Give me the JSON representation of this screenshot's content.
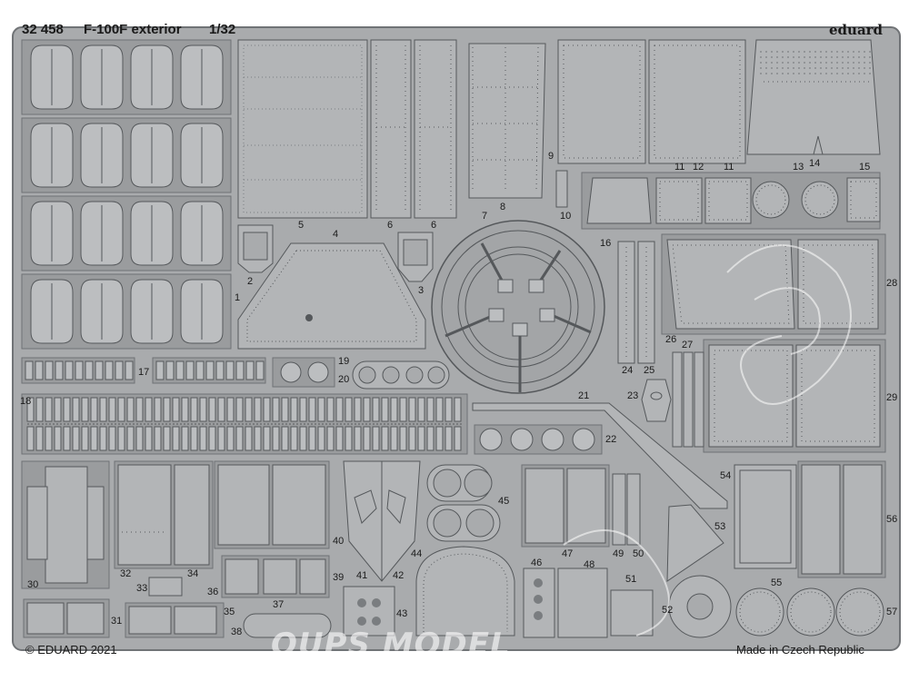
{
  "header": {
    "code": "32 458",
    "title": "F-100F exterior",
    "scale": "1/32",
    "brand": "eduard"
  },
  "footer": {
    "copyright": "© EDUARD 2021",
    "origin": "Made in Czech Republic"
  },
  "watermark": {
    "text": "OUPS MODEL"
  },
  "part_numbers": [
    "1",
    "2",
    "3",
    "4",
    "5",
    "6",
    "6",
    "7",
    "8",
    "9",
    "10",
    "11",
    "12",
    "11",
    "13",
    "14",
    "15",
    "16",
    "17",
    "18",
    "19",
    "20",
    "21",
    "22",
    "23",
    "24",
    "25",
    "26",
    "27",
    "28",
    "29",
    "30",
    "31",
    "32",
    "33",
    "34",
    "35",
    "36",
    "37",
    "38",
    "39",
    "40",
    "41",
    "42",
    "43",
    "44",
    "45",
    "46",
    "47",
    "48",
    "49",
    "50",
    "51",
    "52",
    "53",
    "54",
    "55",
    "56",
    "57"
  ],
  "colors": {
    "fret": "#a9abad",
    "frame": "#6f7275",
    "part": "#a3a5a7",
    "rivet": "#505356",
    "background": "#ffffff"
  }
}
